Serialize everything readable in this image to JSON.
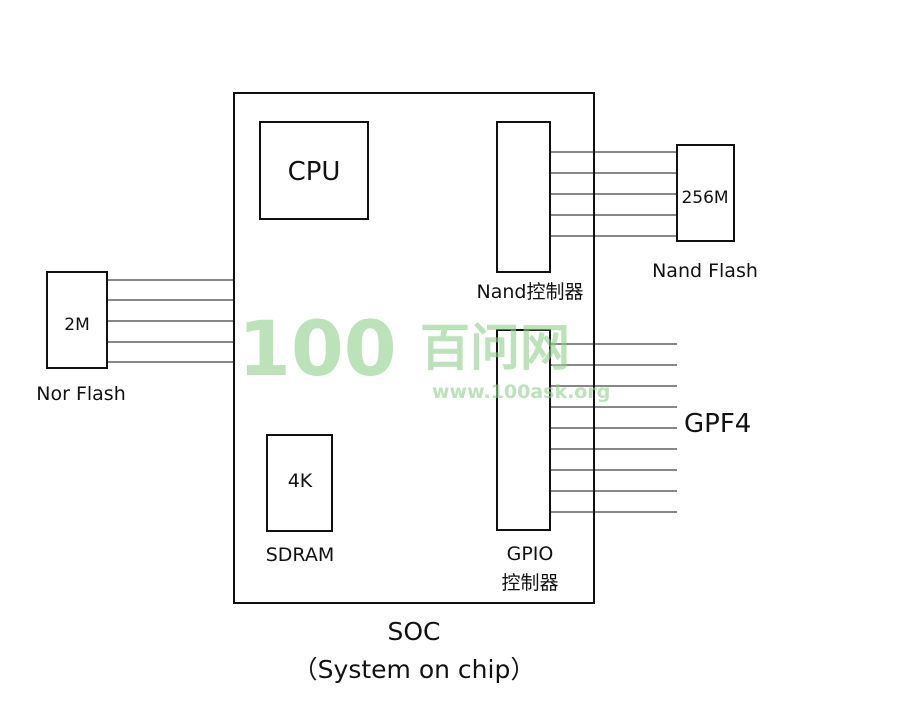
{
  "soc": {
    "title": "SOC",
    "subtitle": "（System on chip）"
  },
  "cpu": {
    "label": "CPU"
  },
  "sdram": {
    "size": "4K",
    "label": "SDRAM"
  },
  "nand_controller": {
    "label": "Nand控制器"
  },
  "gpio_controller": {
    "label_line1": "GPIO",
    "label_line2": "控制器"
  },
  "nand_flash": {
    "size": "256M",
    "label": "Nand Flash"
  },
  "nor_flash": {
    "size": "2M",
    "label": "Nor Flash"
  },
  "gpio_port": {
    "label": "GPF4"
  },
  "watermark": {
    "logo": "100",
    "name": "百问网",
    "url": "www.100ask.org"
  },
  "colors": {
    "watermark_green": "#8fd08a",
    "line": "#111111"
  }
}
